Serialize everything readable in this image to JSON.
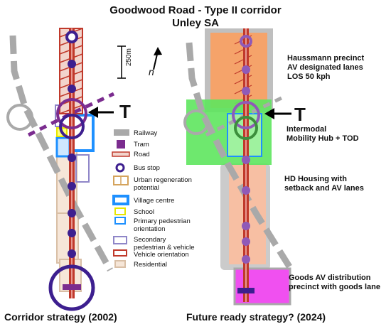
{
  "title": "Goodwood Road - Type II corridor",
  "subtitle": "Unley SA",
  "scale_label": "250m",
  "north_label": "n",
  "t_left": "T",
  "t_right": "T",
  "legend": [
    {
      "key": "railway",
      "label": "Railway"
    },
    {
      "key": "tram",
      "label": "Tram"
    },
    {
      "key": "road",
      "label": "Road"
    },
    {
      "key": "bus-stop",
      "label": "Bus stop"
    },
    {
      "key": "urban-regeneration",
      "label": "Urban regeneration potential"
    },
    {
      "key": "village-centre",
      "label": "Village centre"
    },
    {
      "key": "school",
      "label": "School"
    },
    {
      "key": "primary-pedestrian",
      "label": "Primary pedestrian orientation"
    },
    {
      "key": "secondary-pedestrian-vehicle",
      "label": "Secondary pedestrian & vehicle"
    },
    {
      "key": "vehicle-orientation",
      "label": "Vehicle orientation"
    },
    {
      "key": "residential",
      "label": "Residential"
    }
  ],
  "right_labels": {
    "haussmann": "Haussmann precinct\nAV designated lanes\nLOS 50 kph",
    "hub": "Intermodal\nMobility Hub + TOD",
    "housing": "HD Housing with\nsetback and AV lanes",
    "goods": "Goods AV distribution\nprecinct with goods lane"
  },
  "captions": {
    "left": "Corridor strategy (2002)",
    "right": "Future ready strategy? (2024)"
  },
  "colors": {
    "road": "#c0392b",
    "bus_stop": "#3d1f8f",
    "railway": "#a9a9a9",
    "tram": "#7b2c8f",
    "village": "#1e90ff",
    "school": "#e6e600",
    "haussmann": "#f5a36a",
    "hub": "#5ee65e",
    "housing": "#f7bfa3",
    "goods": "#f050f0"
  }
}
